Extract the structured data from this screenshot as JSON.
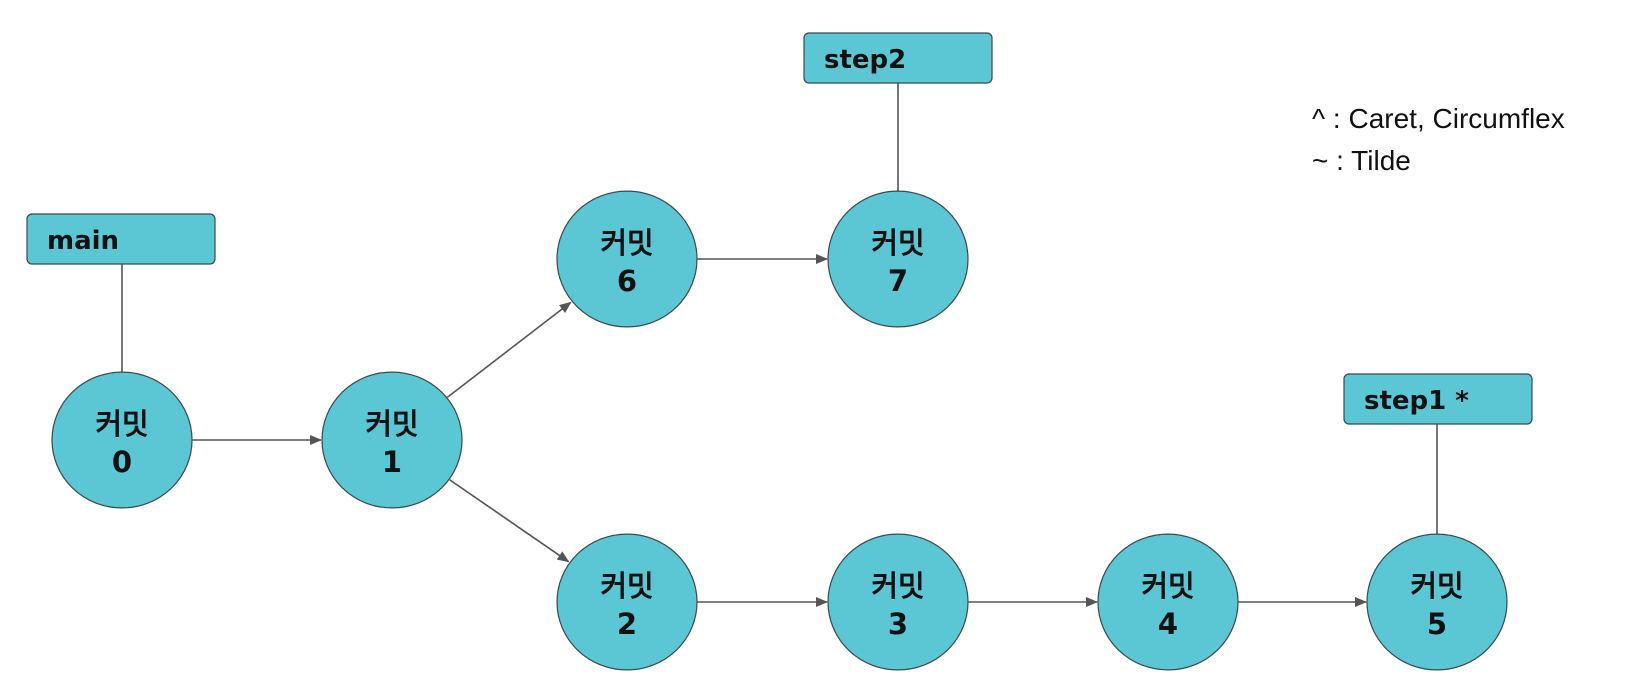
{
  "diagram": {
    "nodes": [
      {
        "id": "c0",
        "title": "커밋",
        "num": "0"
      },
      {
        "id": "c1",
        "title": "커밋",
        "num": "1"
      },
      {
        "id": "c2",
        "title": "커밋",
        "num": "2"
      },
      {
        "id": "c3",
        "title": "커밋",
        "num": "3"
      },
      {
        "id": "c4",
        "title": "커밋",
        "num": "4"
      },
      {
        "id": "c5",
        "title": "커밋",
        "num": "5"
      },
      {
        "id": "c6",
        "title": "커밋",
        "num": "6"
      },
      {
        "id": "c7",
        "title": "커밋",
        "num": "7"
      }
    ],
    "edges": [
      {
        "from": "c0",
        "to": "c1"
      },
      {
        "from": "c1",
        "to": "c6"
      },
      {
        "from": "c1",
        "to": "c2"
      },
      {
        "from": "c6",
        "to": "c7"
      },
      {
        "from": "c2",
        "to": "c3"
      },
      {
        "from": "c3",
        "to": "c4"
      },
      {
        "from": "c4",
        "to": "c5"
      }
    ],
    "labels": [
      {
        "id": "main",
        "text": "main",
        "points_to": "c0"
      },
      {
        "id": "step2",
        "text": "step2",
        "points_to": "c7"
      },
      {
        "id": "step1",
        "text": "step1 *",
        "points_to": "c5"
      }
    ],
    "colors": {
      "node": "#5bc6d4",
      "border": "#3b4a50",
      "edge": "#555555"
    }
  },
  "legend": {
    "line1": "^ : Caret, Circumflex",
    "line2": "~ : Tilde"
  }
}
